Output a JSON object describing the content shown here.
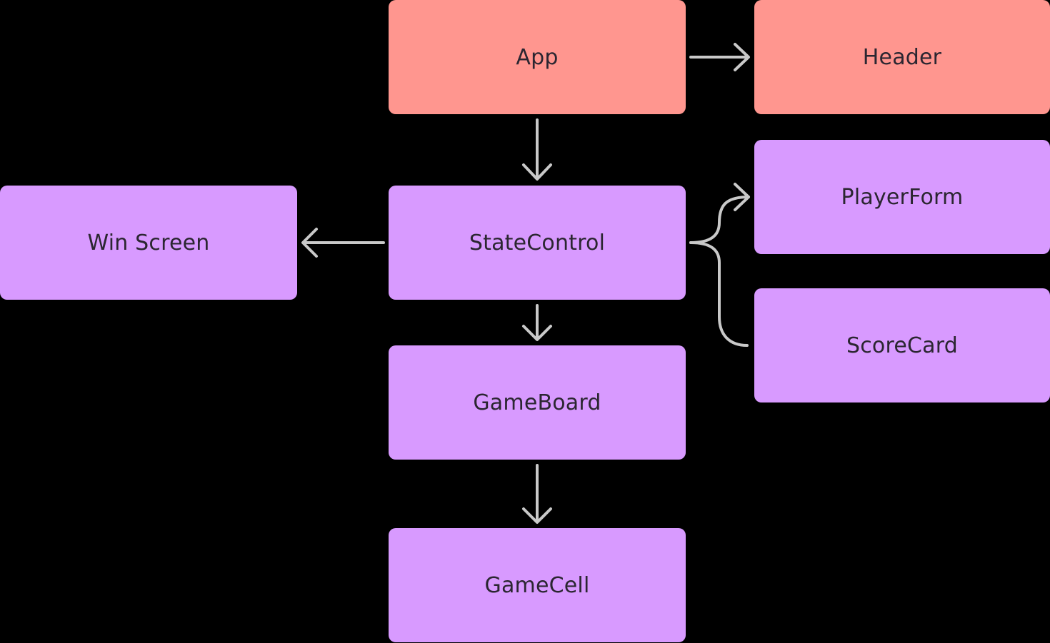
{
  "diagram": {
    "nodes": {
      "app": {
        "label": "App",
        "color": "#ff968f"
      },
      "header": {
        "label": "Header",
        "color": "#ff968f"
      },
      "statecontrol": {
        "label": "StateControl",
        "color": "#d89aff"
      },
      "winscreen": {
        "label": "Win Screen",
        "color": "#d89aff"
      },
      "playerform": {
        "label": "PlayerForm",
        "color": "#d89aff"
      },
      "scorecard": {
        "label": "ScoreCard",
        "color": "#d89aff"
      },
      "gameboard": {
        "label": "GameBoard",
        "color": "#d89aff"
      },
      "gamecell": {
        "label": "GameCell",
        "color": "#d89aff"
      }
    },
    "edges": [
      {
        "from": "App",
        "to": "Header"
      },
      {
        "from": "App",
        "to": "StateControl"
      },
      {
        "from": "StateControl",
        "to": "Win Screen"
      },
      {
        "from": "StateControl",
        "to": "PlayerForm"
      },
      {
        "from": "StateControl",
        "to": "ScoreCard"
      },
      {
        "from": "StateControl",
        "to": "GameBoard"
      },
      {
        "from": "GameBoard",
        "to": "GameCell"
      }
    ],
    "colors": {
      "background": "#000000",
      "root_node": "#ff968f",
      "child_node": "#d89aff",
      "connector": "#c9c9c9",
      "label_text": "#2b2631"
    }
  }
}
